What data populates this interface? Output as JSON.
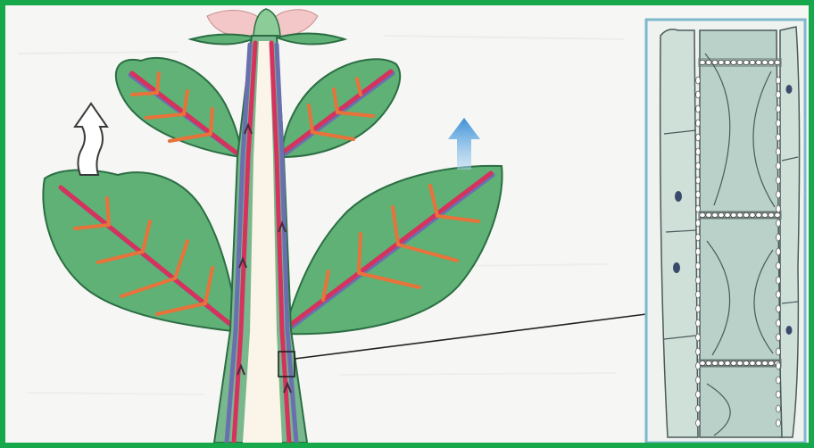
{
  "figure": {
    "frame_color": "#16a84a",
    "background_color": "#f6f7f4",
    "subjects": [
      "plant-stem-with-leaves",
      "xylem-vessel-magnified"
    ]
  },
  "colors": {
    "leaf_fill": "#5fb176",
    "leaf_edge": "#2c6e43",
    "stem_fill": "#78b88c",
    "stem_core": "#fbf4e8",
    "xylem_red": "#d6325e",
    "phloem_blue": "#6a6fb0",
    "vein_orange": "#e8733a",
    "flower_pink": "#f3c6c8",
    "bud_green": "#8ccc99",
    "arrow_blue": "#4f9fde",
    "arrow_outline": "#3a3a3a",
    "inset_border": "#7fb7cc",
    "inset_cell": "#cfe0d9",
    "inset_line": "#4b5a5a"
  },
  "icons": {
    "transpiration_arrow_left": "hollow-wavy-up-arrow",
    "transpiration_arrow_right": "blue-up-arrow",
    "zoom_marker": "square-selection-box"
  }
}
